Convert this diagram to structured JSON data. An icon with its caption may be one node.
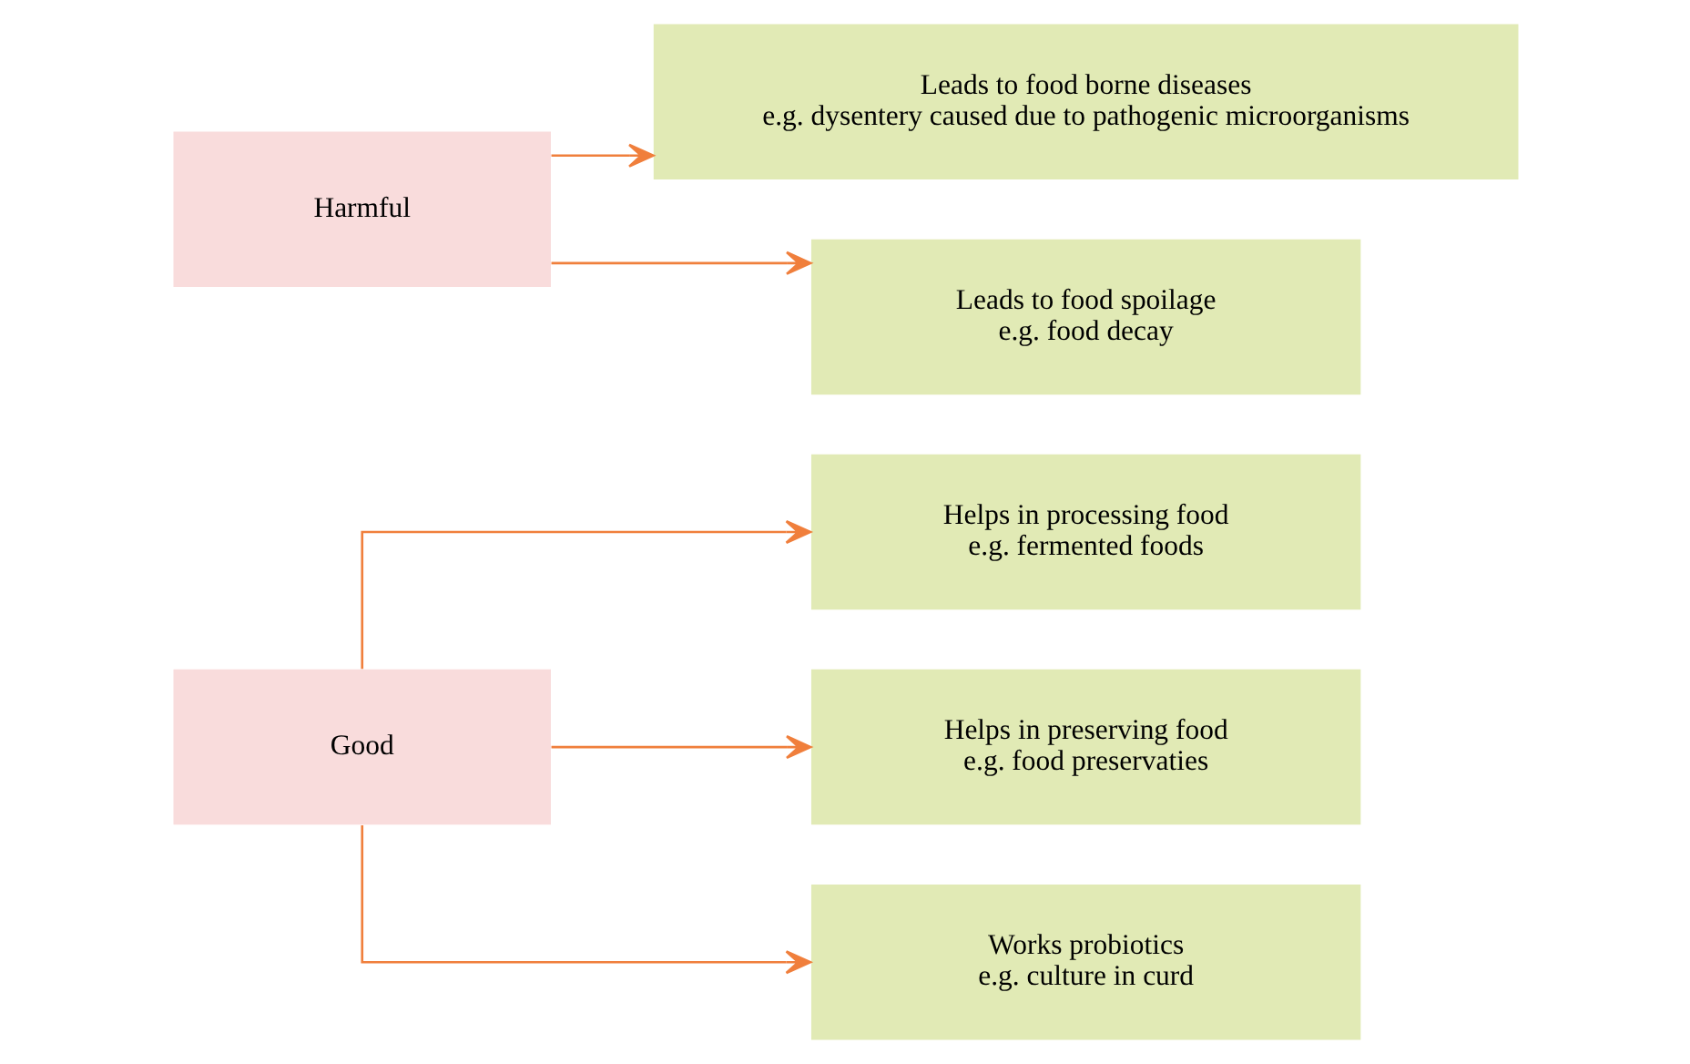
{
  "diagram": {
    "nodes": [
      {
        "text": [
          "Good"
        ]
      },
      {
        "text": [
          "Helps in processing food",
          "e.g. fermented foods"
        ]
      },
      {
        "text": [
          "Helps in preserving food",
          "e.g. food preservaties"
        ]
      },
      {
        "text": [
          "Works probiotics",
          "e.g. culture in curd"
        ]
      },
      {
        "text": [
          "Harmful"
        ]
      },
      {
        "text": [
          "Leads to food borne diseases",
          "e.g. dysentery caused due to pathogenic microorganisms"
        ]
      },
      {
        "text": [
          "Leads to food spoilage",
          "e.g. food decay"
        ]
      }
    ],
    "edges": [
      {
        "from": 0,
        "to": 1,
        "arrow": "to"
      },
      {
        "from": 0,
        "to": 2,
        "arrow": "to"
      },
      {
        "from": 0,
        "to": 3,
        "arrow": "to"
      },
      {
        "from": 4,
        "to": 5,
        "arrow": "to"
      },
      {
        "from": 4,
        "to": 6,
        "arrow": "to"
      }
    ]
  }
}
